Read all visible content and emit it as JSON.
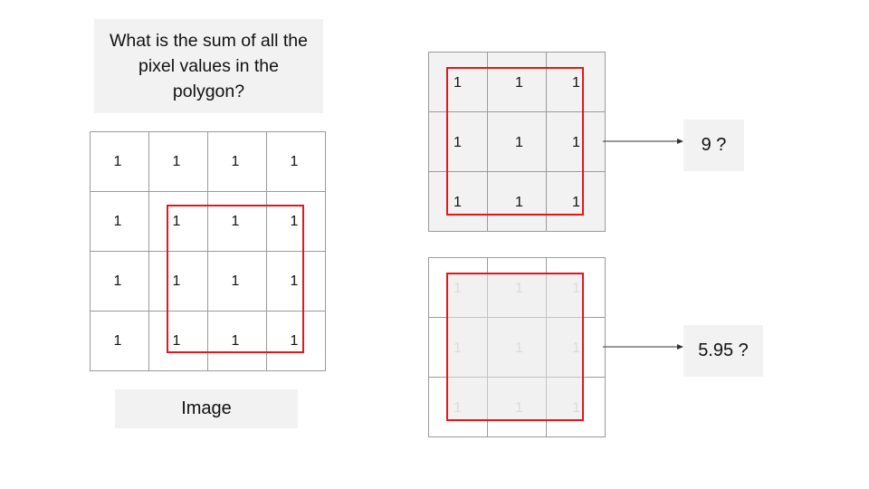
{
  "question": "What is the sum of all the pixel values in the polygon?",
  "image_caption": "Image",
  "image_grid": [
    [
      "1",
      "1",
      "1",
      "1"
    ],
    [
      "1",
      "1",
      "1",
      "1"
    ],
    [
      "1",
      "1",
      "1",
      "1"
    ],
    [
      "1",
      "1",
      "1",
      "1"
    ]
  ],
  "top_example": {
    "grid": [
      [
        "1",
        "1",
        "1"
      ],
      [
        "1",
        "1",
        "1"
      ],
      [
        "1",
        "1",
        "1"
      ]
    ],
    "answer": "9 ?"
  },
  "bottom_example": {
    "grid": [
      [
        "1",
        "1",
        "1"
      ],
      [
        "1",
        "1",
        "1"
      ],
      [
        "1",
        "1",
        "1"
      ]
    ],
    "answer": "5.95 ?"
  },
  "colors": {
    "polygon_outline": "#e8151b",
    "box_fill": "#f2f2f2",
    "grid_line": "#9a9a9a",
    "faded_text": "#cfcfcf"
  }
}
